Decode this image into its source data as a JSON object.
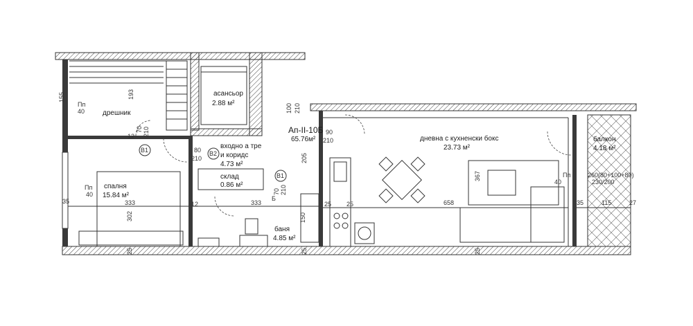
{
  "colors": {
    "wall": "#3a3a3a",
    "line": "#333333",
    "background": "#ffffff"
  },
  "apartment": {
    "code": "Ап-II-10Б",
    "area": "65.76м²"
  },
  "rooms": {
    "elevator": {
      "name": "асансьор",
      "area": "2.88 м²"
    },
    "wardrobe": {
      "name": "дрешник"
    },
    "hall": {
      "name_line1": "входно а тре",
      "name_line2": "и коридс",
      "area": "4.73 м²"
    },
    "storage": {
      "name": "склад",
      "area": "0.86 м²"
    },
    "bedroom": {
      "name": "спалня",
      "area": "15.84 м²"
    },
    "bathroom": {
      "name": "баня",
      "area": "4.85 м²"
    },
    "living": {
      "name": "дневна с кухненски бокс",
      "area": "23.73 м²"
    },
    "balcony": {
      "name": "балкон",
      "area": "4.18 м²"
    }
  },
  "tags": {
    "b1_a": "B1",
    "b2": "B2",
    "b1_b": "B1",
    "b_small": "Б"
  },
  "dims": {
    "d193": "193",
    "d155": "155",
    "d40a": "40",
    "pp_a": "Пп",
    "d12a": "12",
    "d210a": "210",
    "d70a": "70",
    "d80": "80",
    "d210b": "210",
    "d100": "100",
    "d210c": "210",
    "d90": "90",
    "d210d": "210",
    "d210e": "210",
    "d205": "205",
    "d70b": "70",
    "d210f": "210",
    "pp_b": "Пп",
    "d40b": "40",
    "d35a": "35",
    "d333a": "333",
    "d302": "302",
    "d12b": "12",
    "d333b": "333",
    "d150": "150",
    "d25a": "25",
    "d25b": "25",
    "d658": "658",
    "d367": "367",
    "pp_c": "Пп",
    "d40c": "40",
    "d35b": "35",
    "d115": "115",
    "d27": "27",
    "d260": "260(80+100+80)",
    "d230": "230/200",
    "d25c": "25",
    "d25d": "25",
    "d25e": "25"
  }
}
